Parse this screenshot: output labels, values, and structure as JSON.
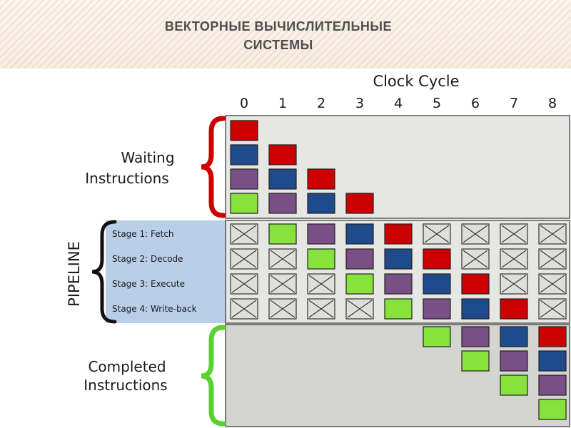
{
  "slide": {
    "title_line1": "ВЕКТОРНЫЕ ВЫЧИСЛИТЕЛЬНЫЕ",
    "title_line2": "СИСТЕМЫ"
  },
  "diagram": {
    "clock_title": "Clock Cycle",
    "cycles": [
      "0",
      "1",
      "2",
      "3",
      "4",
      "5",
      "6",
      "7",
      "8"
    ],
    "waiting_label": [
      "Waiting",
      "Instructions"
    ],
    "completed_label": [
      "Completed",
      "Instructions"
    ],
    "pipeline_label": "PIPELINE",
    "stages": [
      "Stage 1: Fetch",
      "Stage 2: Decode",
      "Stage 3: Execute",
      "Stage 4: Write-back"
    ],
    "instructions": [
      {
        "id": "red",
        "color": "#cc0000"
      },
      {
        "id": "blue",
        "color": "#1f4a8c"
      },
      {
        "id": "purple",
        "color": "#7a4f86"
      },
      {
        "id": "green",
        "color": "#88e23c"
      }
    ],
    "waiting_cells": [
      {
        "row": 0,
        "col": 0,
        "instr": 0
      },
      {
        "row": 1,
        "col": 0,
        "instr": 1
      },
      {
        "row": 1,
        "col": 1,
        "instr": 0
      },
      {
        "row": 2,
        "col": 0,
        "instr": 2
      },
      {
        "row": 2,
        "col": 1,
        "instr": 1
      },
      {
        "row": 2,
        "col": 2,
        "instr": 0
      },
      {
        "row": 3,
        "col": 0,
        "instr": 3
      },
      {
        "row": 3,
        "col": 1,
        "instr": 2
      },
      {
        "row": 3,
        "col": 2,
        "instr": 1
      },
      {
        "row": 3,
        "col": 3,
        "instr": 0
      }
    ],
    "pipeline_grid": [
      [
        -1,
        3,
        2,
        1,
        0,
        -1,
        -1,
        -1,
        -1
      ],
      [
        -1,
        -1,
        3,
        2,
        1,
        0,
        -1,
        -1,
        -1
      ],
      [
        -1,
        -1,
        -1,
        3,
        2,
        1,
        0,
        -1,
        -1
      ],
      [
        -1,
        -1,
        -1,
        -1,
        3,
        2,
        1,
        0,
        -1
      ]
    ],
    "completed_cells": [
      {
        "row": 0,
        "col": 5,
        "instr": 3
      },
      {
        "row": 0,
        "col": 6,
        "instr": 2
      },
      {
        "row": 0,
        "col": 7,
        "instr": 1
      },
      {
        "row": 0,
        "col": 8,
        "instr": 0
      },
      {
        "row": 1,
        "col": 6,
        "instr": 3
      },
      {
        "row": 1,
        "col": 7,
        "instr": 2
      },
      {
        "row": 1,
        "col": 8,
        "instr": 1
      },
      {
        "row": 2,
        "col": 7,
        "instr": 3
      },
      {
        "row": 2,
        "col": 8,
        "instr": 2
      },
      {
        "row": 3,
        "col": 8,
        "instr": 3
      }
    ],
    "colors": {
      "waiting_brace": "#cc0000",
      "pipeline_brace": "#111111",
      "completed_brace": "#5bd12c",
      "panel": "#e6e6e2",
      "completed_panel": "#d4d4d0",
      "pipeline_band": "#b9cfe8",
      "empty_cell": "#dededb"
    }
  }
}
